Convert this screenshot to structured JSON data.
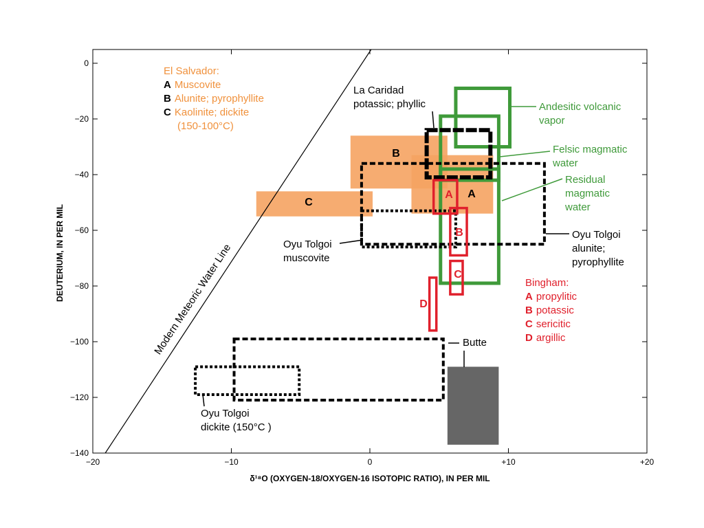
{
  "chart_data": {
    "type": "scatter",
    "title": "",
    "xlabel": "δ¹⁸O (OXYGEN-18/OXYGEN-16 ISOTOPIC RATIO), IN PER MIL",
    "ylabel": "DEUTERIUM, IN PER MIL",
    "xlim": [
      -20,
      20
    ],
    "ylim": [
      -140,
      5
    ],
    "x_ticks": [
      -20,
      -10,
      0,
      10,
      20
    ],
    "x_tick_labels": [
      "−20",
      "−10",
      "0",
      "+10",
      "+20"
    ],
    "y_ticks": [
      0,
      -20,
      -40,
      -60,
      -80,
      -100,
      -120,
      -140
    ],
    "y_tick_labels": [
      "0",
      "−20",
      "−40",
      "−60",
      "−80",
      "−100",
      "−120",
      "−140"
    ],
    "grid": false,
    "colors": {
      "orange": "#f5a362",
      "green": "#3f9a3a",
      "red": "#e0202c",
      "black": "#000000",
      "gray": "#666666"
    },
    "meteoric_line": {
      "label": "Modern Meteoric Water Line",
      "points": [
        [
          -19.1,
          -140
        ],
        [
          0.1,
          5
        ]
      ]
    },
    "regions": [
      {
        "id": "elsalvador-a",
        "style": "orange-fill",
        "label": "A",
        "x": [
          3.0,
          8.9
        ],
        "y": [
          -54,
          -33
        ]
      },
      {
        "id": "elsalvador-b",
        "style": "orange-fill",
        "label": "B",
        "x": [
          -1.4,
          5.6
        ],
        "y": [
          -45,
          -26
        ]
      },
      {
        "id": "elsalvador-c",
        "style": "orange-fill",
        "label": "C",
        "x": [
          -8.2,
          0.2
        ],
        "y": [
          -55,
          -46
        ]
      },
      {
        "id": "andesitic",
        "style": "green-box",
        "label": "",
        "x": [
          6.2,
          10.1
        ],
        "y": [
          -30,
          -9
        ]
      },
      {
        "id": "felsic",
        "style": "green-box",
        "label": "",
        "x": [
          5.1,
          9.3
        ],
        "y": [
          -42,
          -19
        ]
      },
      {
        "id": "residual",
        "style": "green-box",
        "label": "",
        "x": [
          5.1,
          9.3
        ],
        "y": [
          -79,
          -38
        ]
      },
      {
        "id": "lacaridad",
        "style": "black-solid",
        "label": "",
        "x": [
          4.1,
          8.7
        ],
        "y": [
          -41,
          -24
        ]
      },
      {
        "id": "oyutolgoi-alunite",
        "style": "black-dash",
        "label": "",
        "x": [
          -0.6,
          12.6
        ],
        "y": [
          -65,
          -36
        ]
      },
      {
        "id": "oyutolgoi-muscovite",
        "style": "black-dot",
        "label": "",
        "x": [
          -0.6,
          6.2
        ],
        "y": [
          -66,
          -53
        ]
      },
      {
        "id": "bingham-a",
        "style": "red-box",
        "label": "A",
        "x": [
          4.6,
          6.3
        ],
        "y": [
          -54,
          -42
        ]
      },
      {
        "id": "bingham-b",
        "style": "red-box",
        "label": "B",
        "x": [
          5.8,
          7.0
        ],
        "y": [
          -69,
          -52
        ]
      },
      {
        "id": "bingham-c",
        "style": "red-box",
        "label": "C",
        "x": [
          5.8,
          6.7
        ],
        "y": [
          -83,
          -71
        ]
      },
      {
        "id": "bingham-d",
        "style": "red-box",
        "label": "D",
        "x": [
          4.3,
          4.8
        ],
        "y": [
          -96,
          -77
        ]
      },
      {
        "id": "butte",
        "style": "gray-fill",
        "label": "",
        "x": [
          5.6,
          9.3
        ],
        "y": [
          -137,
          -109
        ]
      },
      {
        "id": "butte-dash",
        "style": "black-dash",
        "label": "",
        "x": [
          -9.8,
          5.3
        ],
        "y": [
          -121,
          -99
        ]
      },
      {
        "id": "oyutolgoi-dickite",
        "style": "black-dot",
        "label": "",
        "x": [
          -12.6,
          -5.1
        ],
        "y": [
          -119,
          -109
        ]
      }
    ]
  },
  "legend": {
    "elsalvador": {
      "title": "El Salvador:",
      "items": [
        {
          "key": "A",
          "text": "Muscovite"
        },
        {
          "key": "B",
          "text": "Alunite; pyrophyllite"
        },
        {
          "key": "C",
          "text": "Kaolinite; dickite"
        }
      ],
      "note": "(150-100°C)"
    },
    "bingham": {
      "title": "Bingham:",
      "items": [
        {
          "key": "A",
          "text": "propylitic"
        },
        {
          "key": "B",
          "text": "potassic"
        },
        {
          "key": "C",
          "text": "sericitic"
        },
        {
          "key": "D",
          "text": "argillic"
        }
      ]
    }
  },
  "annotations": {
    "lacaridad": [
      "La Caridad",
      "potassic; phyllic"
    ],
    "andesitic": [
      "Andesitic volcanic",
      "vapor"
    ],
    "felsic": [
      "Felsic magmatic",
      "water"
    ],
    "residual": [
      "Residual",
      "magmatic",
      "water"
    ],
    "oyutolgoi_alunite": [
      "Oyu Tolgoi",
      "alunite;",
      "pyrophyllite"
    ],
    "oyutolgoi_muscovite": [
      "Oyu Tolgoi",
      "muscovite"
    ],
    "butte": "Butte",
    "oyutolgoi_dickite": [
      "Oyu Tolgoi",
      "dickite (150°C )"
    ]
  }
}
